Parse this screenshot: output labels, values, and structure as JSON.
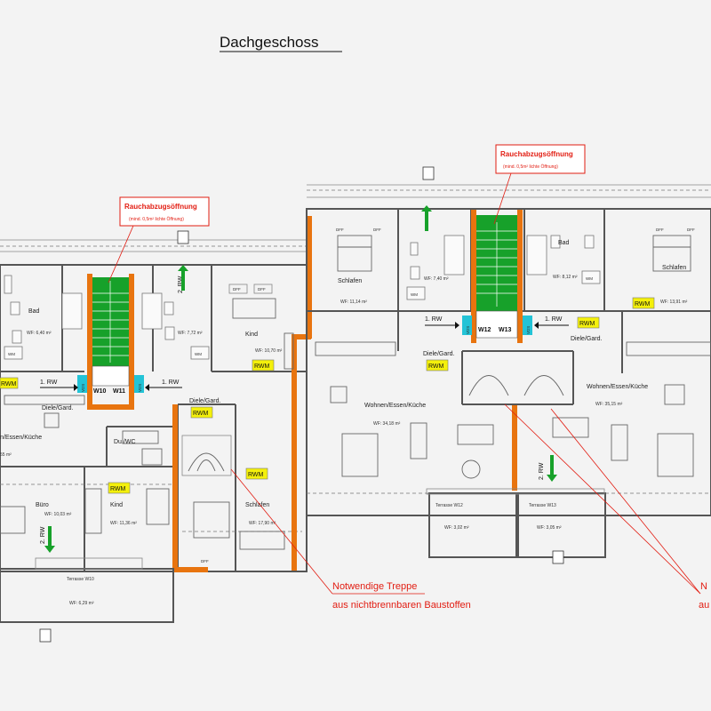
{
  "title": "Dachgeschoss",
  "callouts": {
    "smoke_heading": "Rauchabzugsöffnung",
    "smoke_sub": "(mind. 0,5m² lichte Öffnung)",
    "stair_line1": "Notwendige Treppe",
    "stair_line2": "aus nichtbrennbaren Baustoffen",
    "stair_cut1": "N",
    "stair_cut2": "au"
  },
  "labels": {
    "rwm": "RWM",
    "vds": "VDS",
    "dff": "DFF",
    "wm": "WM",
    "rw1": "1. RW",
    "rw2": "2. RW",
    "w10": "W10",
    "w11": "W11",
    "w12": "W12",
    "w13": "W13"
  },
  "rooms": {
    "bad_left": "Bad",
    "bad_left_wf": "WF: 6,40 m²",
    "bad_left2_wf": "WF: 7,72 m²",
    "kind_w11": "Kind",
    "kind_w11_wf": "WF: 10,70 m²",
    "diele_w10": "Diele/Gard.",
    "diele_w11": "Diele/Gard.",
    "wohnen_w10": "n/Essen/Küche",
    "wohnen_w10_wf": "55 m²",
    "duwc": "Du./WC",
    "buero": "Büro",
    "buero_wf": "WF: 10,03 m²",
    "kind_w10": "Kind",
    "kind_w10_wf": "WF: 11,36 m²",
    "schlafen_w11": "Schlafen",
    "schlafen_w11_wf": "WF: 17,90 m²",
    "terrasse_w10": "Terrasse W10",
    "terrasse_w10_wf": "WF: 6,29 m²",
    "schlafen_w12": "Schlafen",
    "schlafen_w12_wf": "WF: 11,14 m²",
    "bad_w12_wf": "WF: 7,40 m²",
    "bad_w13": "Bad",
    "bad_w13_wf": "WF: 8,12 m²",
    "schlafen_w13": "Schlafen",
    "schlafen_w13_wf": "WF: 13,91 m²",
    "diele_w12": "Diele/Gard.",
    "diele_w13": "Diele/Gard.",
    "wohnen_w12": "Wohnen/Essen/Küche",
    "wohnen_w12_wf": "WF: 34,18 m²",
    "wohnen_w13": "Wohnen/Essen/Küche",
    "wohnen_w13_wf": "WF: 35,15 m²",
    "terrasse_w12": "Terrasse W12",
    "terrasse_w12_wf": "WF: 3,02 m²",
    "terrasse_w13": "Terrasse W13",
    "terrasse_w13_wf": "WF: 3,05 m²"
  },
  "colors": {
    "fire_wall": "#e8740f",
    "stair_escape": "#17a12a",
    "door_marker": "#23c3d6",
    "annotation": "#e21d12",
    "rwm_fill": "#f4f00b"
  }
}
